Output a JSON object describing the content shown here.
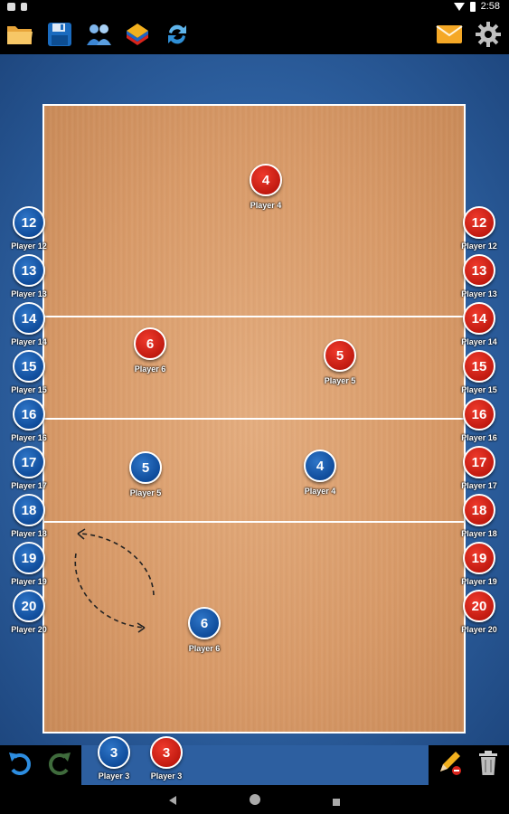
{
  "status_bar": {
    "time": "2:58",
    "left_icons": [
      "notification-icon",
      "sd-card-icon"
    ],
    "right_icons": [
      "wifi-icon",
      "battery-icon"
    ]
  },
  "toolbar": {
    "buttons": [
      "folder-icon",
      "save-icon",
      "team-icon",
      "formation-icon",
      "sync-icon",
      "mail-icon",
      "settings-icon"
    ]
  },
  "colors": {
    "red_team": "#c11a10",
    "blue_team": "#0f4c9b",
    "court": "#d89a68",
    "field_bg": "#2f63a4"
  },
  "court_players": [
    {
      "team": "red",
      "number": "4",
      "label": "Player 4"
    },
    {
      "team": "red",
      "number": "6",
      "label": "Player 6"
    },
    {
      "team": "red",
      "number": "5",
      "label": "Player 5"
    },
    {
      "team": "blue",
      "number": "5",
      "label": "Player 5"
    },
    {
      "team": "blue",
      "number": "4",
      "label": "Player 4"
    },
    {
      "team": "blue",
      "number": "6",
      "label": "Player 6"
    }
  ],
  "blue_subs": [
    {
      "number": "12",
      "label": "Player 12"
    },
    {
      "number": "13",
      "label": "Player 13"
    },
    {
      "number": "14",
      "label": "Player 14"
    },
    {
      "number": "15",
      "label": "Player 15"
    },
    {
      "number": "16",
      "label": "Player 16"
    },
    {
      "number": "17",
      "label": "Player 17"
    },
    {
      "number": "18",
      "label": "Player 18"
    },
    {
      "number": "19",
      "label": "Player 19"
    },
    {
      "number": "20",
      "label": "Player 20"
    }
  ],
  "red_subs": [
    {
      "number": "12",
      "label": "Player 12"
    },
    {
      "number": "13",
      "label": "Player 13"
    },
    {
      "number": "14",
      "label": "Player 14"
    },
    {
      "number": "15",
      "label": "Player 15"
    },
    {
      "number": "16",
      "label": "Player 16"
    },
    {
      "number": "17",
      "label": "Player 17"
    },
    {
      "number": "18",
      "label": "Player 18"
    },
    {
      "number": "19",
      "label": "Player 19"
    },
    {
      "number": "20",
      "label": "Player 20"
    }
  ],
  "bench_players": [
    {
      "team": "blue",
      "number": "3",
      "label": "Player 3"
    },
    {
      "team": "red",
      "number": "3",
      "label": "Player 3"
    }
  ],
  "bottom_bar": {
    "left_buttons": [
      "undo-icon",
      "redo-icon"
    ],
    "right_buttons": [
      "pencil-icon",
      "trash-icon"
    ]
  },
  "nav_bar": {
    "buttons": [
      "back-icon",
      "home-icon",
      "recents-icon"
    ]
  }
}
